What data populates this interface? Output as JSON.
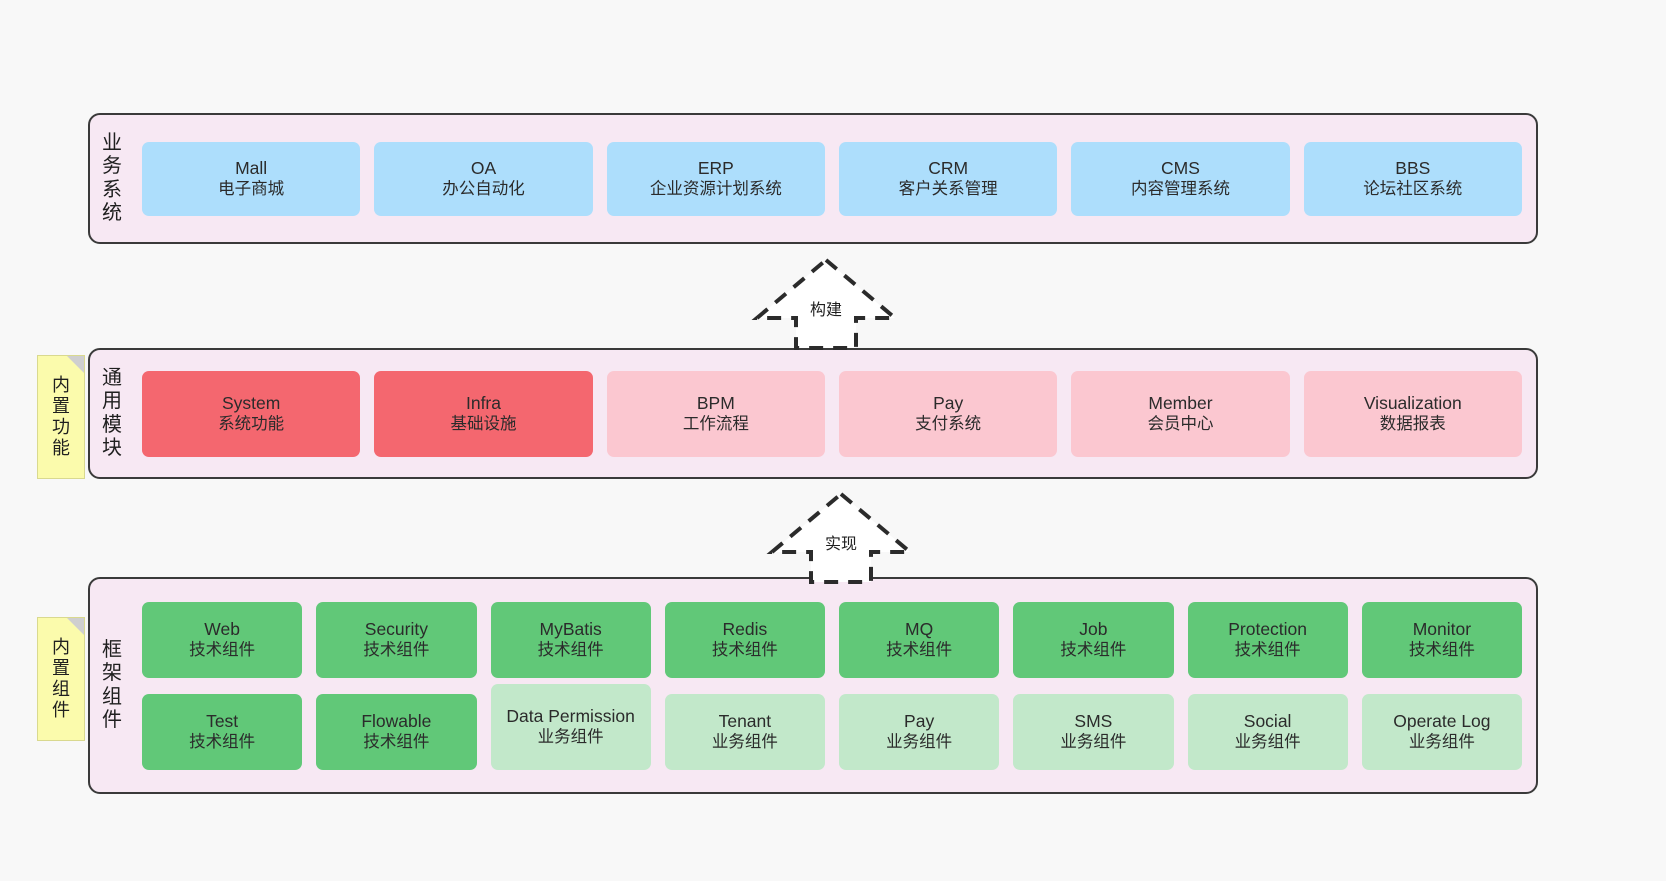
{
  "diagram": {
    "background": "#f8f8f8",
    "panel_fill": "#f7e8f3",
    "panel_stroke": "#3a3a3a",
    "note_fill": "#fbfbac"
  },
  "layers": [
    {
      "id": "business-system",
      "title_chars": [
        "业",
        "务",
        "系",
        "统"
      ],
      "note": null,
      "color": "#addefc",
      "rows": [
        {
          "nodes": [
            {
              "en": "Mall",
              "cn": "电子商城"
            },
            {
              "en": "OA",
              "cn": "办公自动化"
            },
            {
              "en": "ERP",
              "cn": "企业资源计划系统"
            },
            {
              "en": "CRM",
              "cn": "客户关系管理"
            },
            {
              "en": "CMS",
              "cn": "内容管理系统"
            },
            {
              "en": "BBS",
              "cn": "论坛社区系统"
            }
          ]
        }
      ]
    },
    {
      "id": "common-module",
      "title_chars": [
        "通",
        "用",
        "模",
        "块"
      ],
      "note": {
        "chars": [
          "内",
          "置",
          "功",
          "能"
        ],
        "text": "内置功能"
      },
      "color_primary": "#f4676f",
      "color_secondary": "#fbc7d0",
      "rows": [
        {
          "nodes": [
            {
              "en": "System",
              "cn": "系统功能",
              "style": "red"
            },
            {
              "en": "Infra",
              "cn": "基础设施",
              "style": "red"
            },
            {
              "en": "BPM",
              "cn": "工作流程",
              "style": "pinklite"
            },
            {
              "en": "Pay",
              "cn": "支付系统",
              "style": "pinklite"
            },
            {
              "en": "Member",
              "cn": "会员中心",
              "style": "pinklite"
            },
            {
              "en": "Visualization",
              "cn": "数据报表",
              "style": "pinklite"
            }
          ]
        }
      ]
    },
    {
      "id": "framework-component",
      "title_chars": [
        "框",
        "架",
        "组",
        "件"
      ],
      "note": {
        "chars": [
          "内",
          "置",
          "组",
          "件"
        ],
        "text": "内置组件"
      },
      "color_primary": "#61c878",
      "color_secondary": "#c2e8ca",
      "rows": [
        {
          "nodes": [
            {
              "en": "Web",
              "cn": "技术组件",
              "style": "green"
            },
            {
              "en": "Security",
              "cn": "技术组件",
              "style": "green"
            },
            {
              "en": "MyBatis",
              "cn": "技术组件",
              "style": "green"
            },
            {
              "en": "Redis",
              "cn": "技术组件",
              "style": "green"
            },
            {
              "en": "MQ",
              "cn": "技术组件",
              "style": "green"
            },
            {
              "en": "Job",
              "cn": "技术组件",
              "style": "green"
            },
            {
              "en": "Protection",
              "cn": "技术组件",
              "style": "green"
            },
            {
              "en": "Monitor",
              "cn": "技术组件",
              "style": "green"
            }
          ]
        },
        {
          "nodes": [
            {
              "en": "Test",
              "cn": "技术组件",
              "style": "green"
            },
            {
              "en": "Flowable",
              "cn": "技术组件",
              "style": "green"
            },
            {
              "en": "Data Permission",
              "cn": "业务组件",
              "style": "greenlite"
            },
            {
              "en": "Tenant",
              "cn": "业务组件",
              "style": "greenlite"
            },
            {
              "en": "Pay",
              "cn": "业务组件",
              "style": "greenlite"
            },
            {
              "en": "SMS",
              "cn": "业务组件",
              "style": "greenlite"
            },
            {
              "en": "Social",
              "cn": "业务组件",
              "style": "greenlite"
            },
            {
              "en": "Operate Log",
              "cn": "业务组件",
              "style": "greenlite"
            }
          ]
        }
      ]
    }
  ],
  "connectors": [
    {
      "id": "build-arrow",
      "label": "构建",
      "direction": "up",
      "style": "dashed-hollow"
    },
    {
      "id": "implement-arrow",
      "label": "实现",
      "direction": "up",
      "style": "dashed-hollow"
    }
  ]
}
